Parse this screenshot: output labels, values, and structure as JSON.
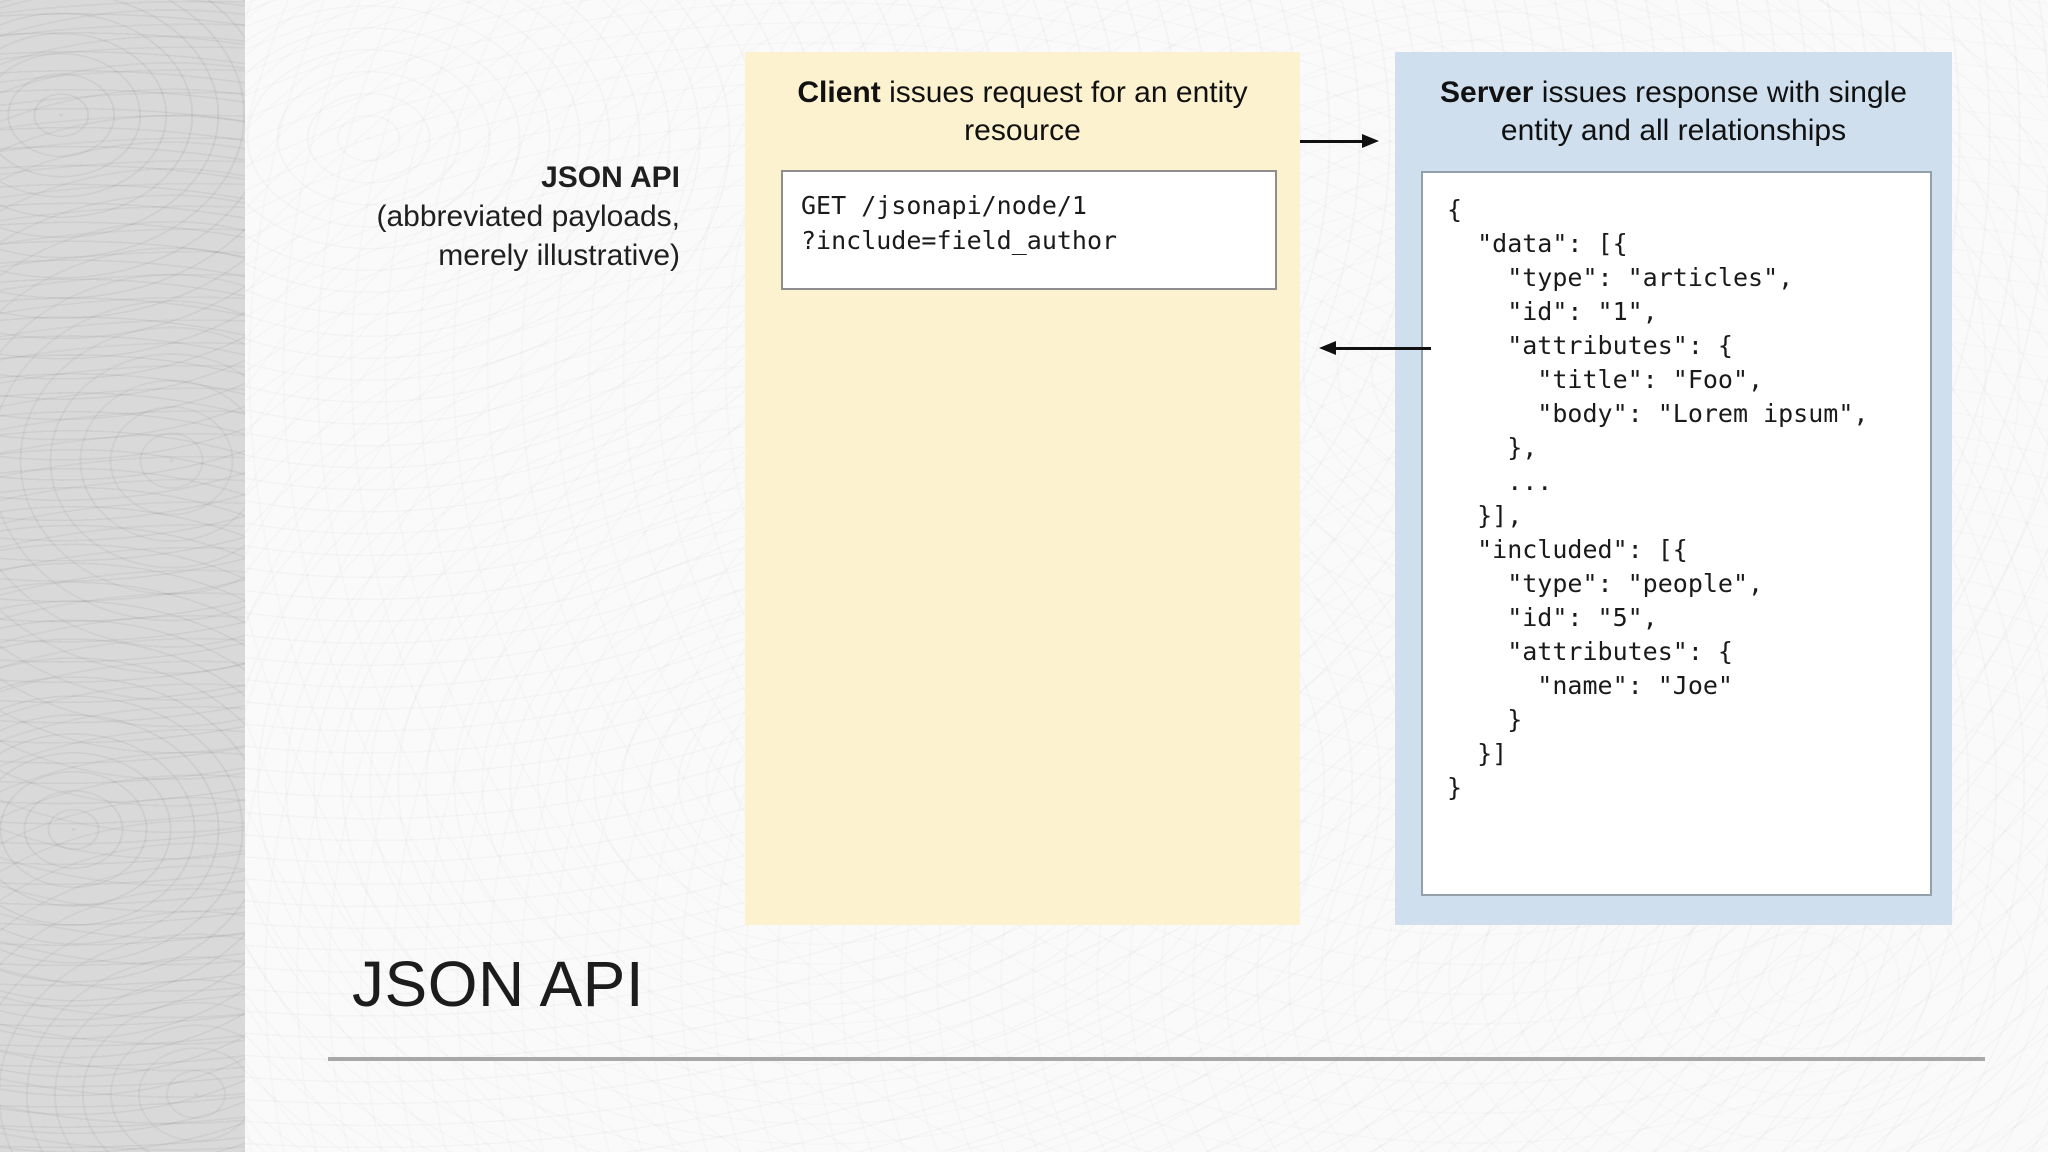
{
  "slide": {
    "title": "JSON API"
  },
  "caption": {
    "title": "JSON API",
    "line2": "(abbreviated payloads,",
    "line3": "merely illustrative)"
  },
  "client_panel": {
    "title_bold": "Client",
    "title_rest": " issues request for an entity resource",
    "bg_color": "#fdf2cf",
    "code_lines": [
      "GET /jsonapi/node/1",
      "?include=field_author"
    ]
  },
  "server_panel": {
    "title_bold": "Server",
    "title_rest": " issues response with single entity and all relationships",
    "bg_color": "#cfdfee",
    "code_lines": [
      "{",
      "  \"data\": [{",
      "    \"type\": \"articles\",",
      "    \"id\": \"1\",",
      "    \"attributes\": {",
      "      \"title\": \"Foo\",",
      "      \"body\": \"Lorem ipsum\",",
      "    },",
      "    ...",
      "  }],",
      "  \"included\": [{",
      "    \"type\": \"people\",",
      "    \"id\": \"5\",",
      "    \"attributes\": {",
      "      \"name\": \"Joe\"",
      "    }",
      "  }]",
      "}"
    ]
  }
}
